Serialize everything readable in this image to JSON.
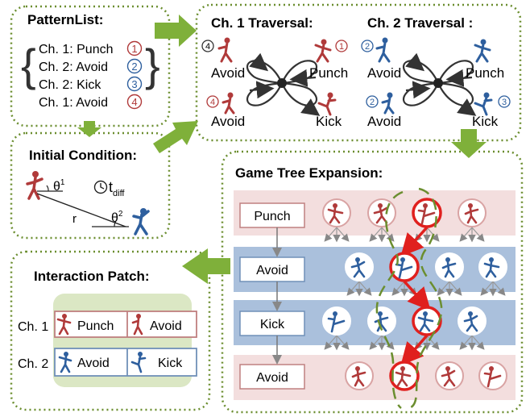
{
  "pattern_list": {
    "title": "PatternList:",
    "items": [
      {
        "label": "Ch. 1: Punch",
        "num": "1"
      },
      {
        "label": "Ch. 2: Avoid",
        "num": "2"
      },
      {
        "label": "Ch. 2: Kick",
        "num": "3"
      },
      {
        "label": "Ch. 1: Avoid",
        "num": "4"
      }
    ]
  },
  "initial_condition": {
    "title": "Initial Condition:",
    "theta1": "θ",
    "theta1_sup": "1",
    "theta2": "θ",
    "theta2_sup": "2",
    "t": "t",
    "t_sub": "diff",
    "r": "r"
  },
  "traversal": {
    "ch1": {
      "title": "Ch. 1 Traversal:",
      "labels": [
        "Avoid",
        "Punch",
        "Avoid",
        "Kick"
      ],
      "nums": [
        "4",
        "1",
        "4"
      ]
    },
    "ch2": {
      "title": "Ch. 2 Traversal :",
      "labels": [
        "Avoid",
        "Punch",
        "Avoid",
        "Kick"
      ],
      "nums": [
        "2",
        "2",
        "3"
      ]
    }
  },
  "game_tree": {
    "title": "Game Tree Expansion:",
    "rows": [
      "Punch",
      "Avoid",
      "Kick",
      "Avoid"
    ]
  },
  "interaction_patch": {
    "title": "Interaction Patch:",
    "rows": [
      {
        "label": "Ch. 1",
        "cells": [
          "Punch",
          "Avoid"
        ]
      },
      {
        "label": "Ch. 2",
        "cells": [
          "Avoid",
          "Kick"
        ]
      }
    ]
  },
  "colors": {
    "red": "#b03a3a",
    "blue": "#2e5f9e",
    "green_border": "#6b8e2f",
    "arrow_green": "#7fb03a",
    "row_pink": "#f3dede",
    "row_blue": "#aac0dc",
    "highlight_red": "#e0201e"
  }
}
